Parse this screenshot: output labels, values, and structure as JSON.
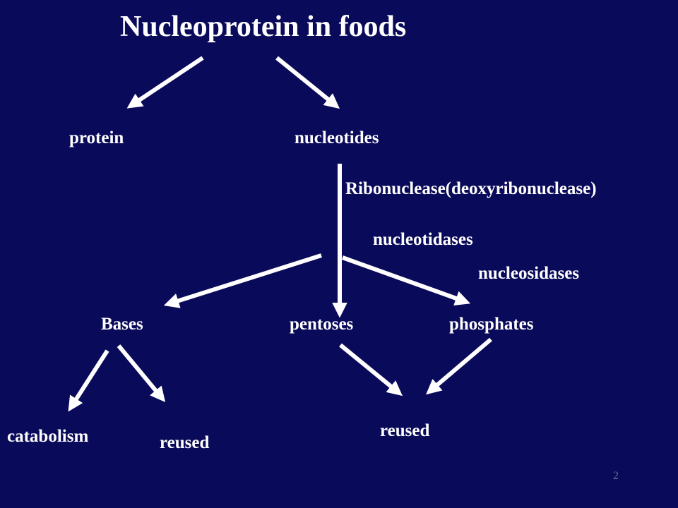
{
  "title": "Nucleoprotein  in foods",
  "nodes": {
    "protein": "protein",
    "nucleotides": "nucleotides",
    "bases": "Bases",
    "pentoses": "pentoses",
    "phosphates": "phosphates",
    "catabolism": "catabolism",
    "reused_left": "reused",
    "reused_right": "reused"
  },
  "enzymes": {
    "ribonuclease": "Ribonuclease(deoxyribonuclease)",
    "nucleotidases": "nucleotidases",
    "nucleosidases": "nucleosidases"
  },
  "page_number": "2",
  "colors": {
    "background": "#0a0a5a",
    "text": "#ffffff",
    "arrows": "#ffffff"
  }
}
